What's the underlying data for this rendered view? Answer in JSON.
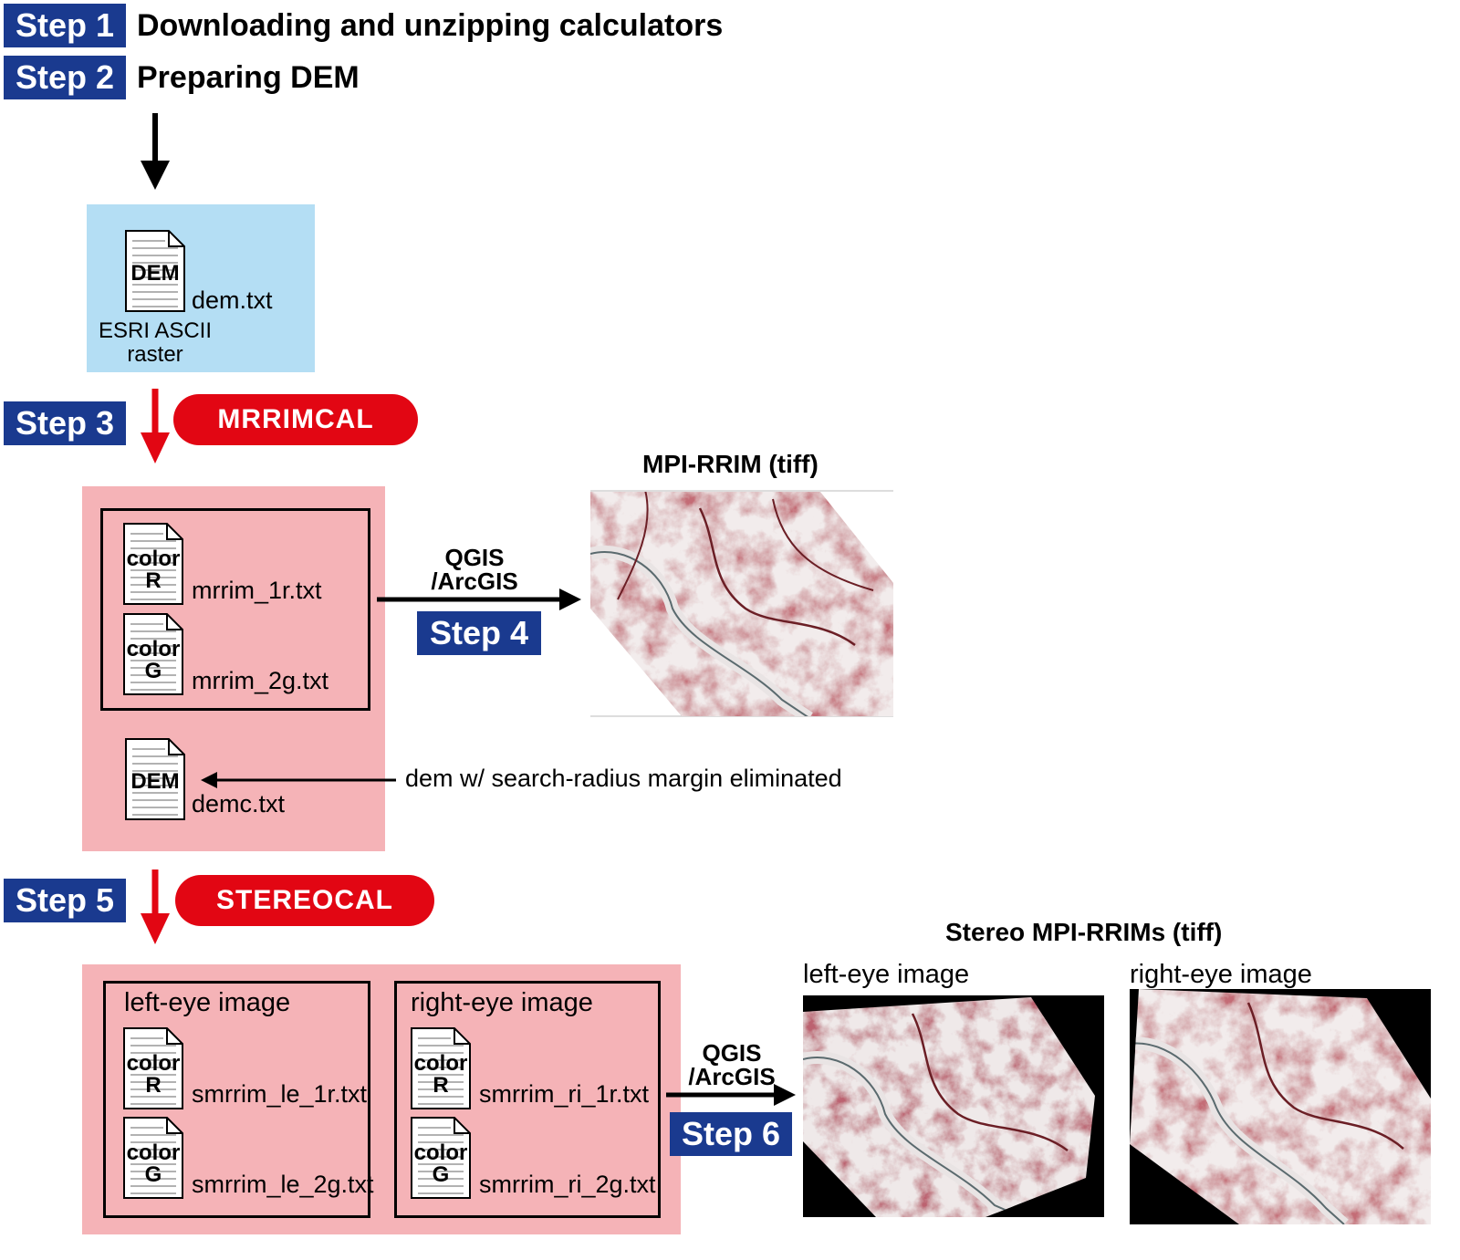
{
  "steps": {
    "step1": {
      "label": "Step 1",
      "title": "Downloading and unzipping calculators"
    },
    "step2": {
      "label": "Step 2",
      "title": "Preparing DEM"
    },
    "step3": {
      "label": "Step 3",
      "tool": "MRRIMCAL"
    },
    "step4": {
      "label": "Step 4",
      "tool": "QGIS\n/ArcGIS"
    },
    "step5": {
      "label": "Step 5",
      "tool": "STEREOCAL"
    },
    "step6": {
      "label": "Step 6",
      "tool": "QGIS\n/ArcGIS"
    }
  },
  "dem_input": {
    "icon_label": "DEM",
    "filename": "dem.txt",
    "format": "ESRI ASCII\nraster"
  },
  "mrrimcal_outputs": {
    "color_r": {
      "icon_label_1": "color",
      "icon_label_2": "R",
      "filename": "mrrim_1r.txt"
    },
    "color_g": {
      "icon_label_1": "color",
      "icon_label_2": "G",
      "filename": "mrrim_2g.txt"
    },
    "demc": {
      "icon_label": "DEM",
      "filename": "demc.txt",
      "note": "dem w/ search-radius margin eliminated"
    }
  },
  "mpi_rrim": {
    "title": "MPI-RRIM (tiff)"
  },
  "stereocal_outputs": {
    "left": {
      "heading": "left-eye image",
      "color_r": {
        "icon_label_1": "color",
        "icon_label_2": "R",
        "filename": "smrrim_le_1r.txt"
      },
      "color_g": {
        "icon_label_1": "color",
        "icon_label_2": "G",
        "filename": "smrrim_le_2g.txt"
      }
    },
    "right": {
      "heading": "right-eye image",
      "color_r": {
        "icon_label_1": "color",
        "icon_label_2": "R",
        "filename": "smrrim_ri_1r.txt"
      },
      "color_g": {
        "icon_label_1": "color",
        "icon_label_2": "G",
        "filename": "smrrim_ri_2g.txt"
      }
    }
  },
  "stereo_result": {
    "title": "Stereo MPI-RRIMs (tiff)",
    "left_label": "left-eye image",
    "right_label": "right-eye image"
  },
  "colors": {
    "step_blue": "#1a3a8f",
    "tool_red": "#e20613",
    "panel_blue": "#b4def4",
    "panel_pink": "#f5b3b7",
    "map_red": "#8e2a32"
  }
}
